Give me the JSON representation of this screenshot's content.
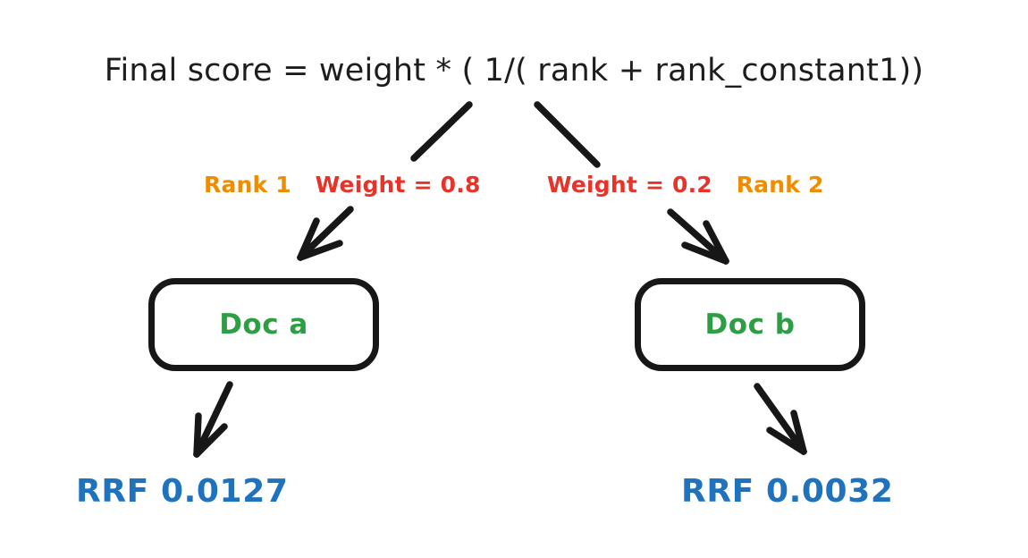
{
  "diagram": {
    "title": "Final score = weight * ( 1/( rank + rank_constant1))",
    "background_color": "#ffffff",
    "colors": {
      "ink": "#171717",
      "rank": "#F08C00",
      "weight": "#E8332A",
      "doc": "#2E9E45",
      "rrf": "#1F72BD"
    },
    "branches": [
      {
        "id": "left",
        "rank_label": "Rank 1",
        "weight_label": "Weight = 0.8",
        "doc_label": "Doc a",
        "rrf_label": "RRF 0.0127"
      },
      {
        "id": "right",
        "weight_label": "Weight = 0.2",
        "rank_label": "Rank 2",
        "doc_label": "Doc b",
        "rrf_label": "RRF 0.0032"
      }
    ],
    "connectors": [
      {
        "name": "formula-to-left-label",
        "style": "plain-line"
      },
      {
        "name": "formula-to-right-label",
        "style": "plain-line"
      },
      {
        "name": "left-label-to-doc-a",
        "style": "arrow"
      },
      {
        "name": "right-label-to-doc-b",
        "style": "arrow"
      },
      {
        "name": "doc-a-to-rrf-left",
        "style": "arrow"
      },
      {
        "name": "doc-b-to-rrf-right",
        "style": "arrow"
      }
    ]
  }
}
